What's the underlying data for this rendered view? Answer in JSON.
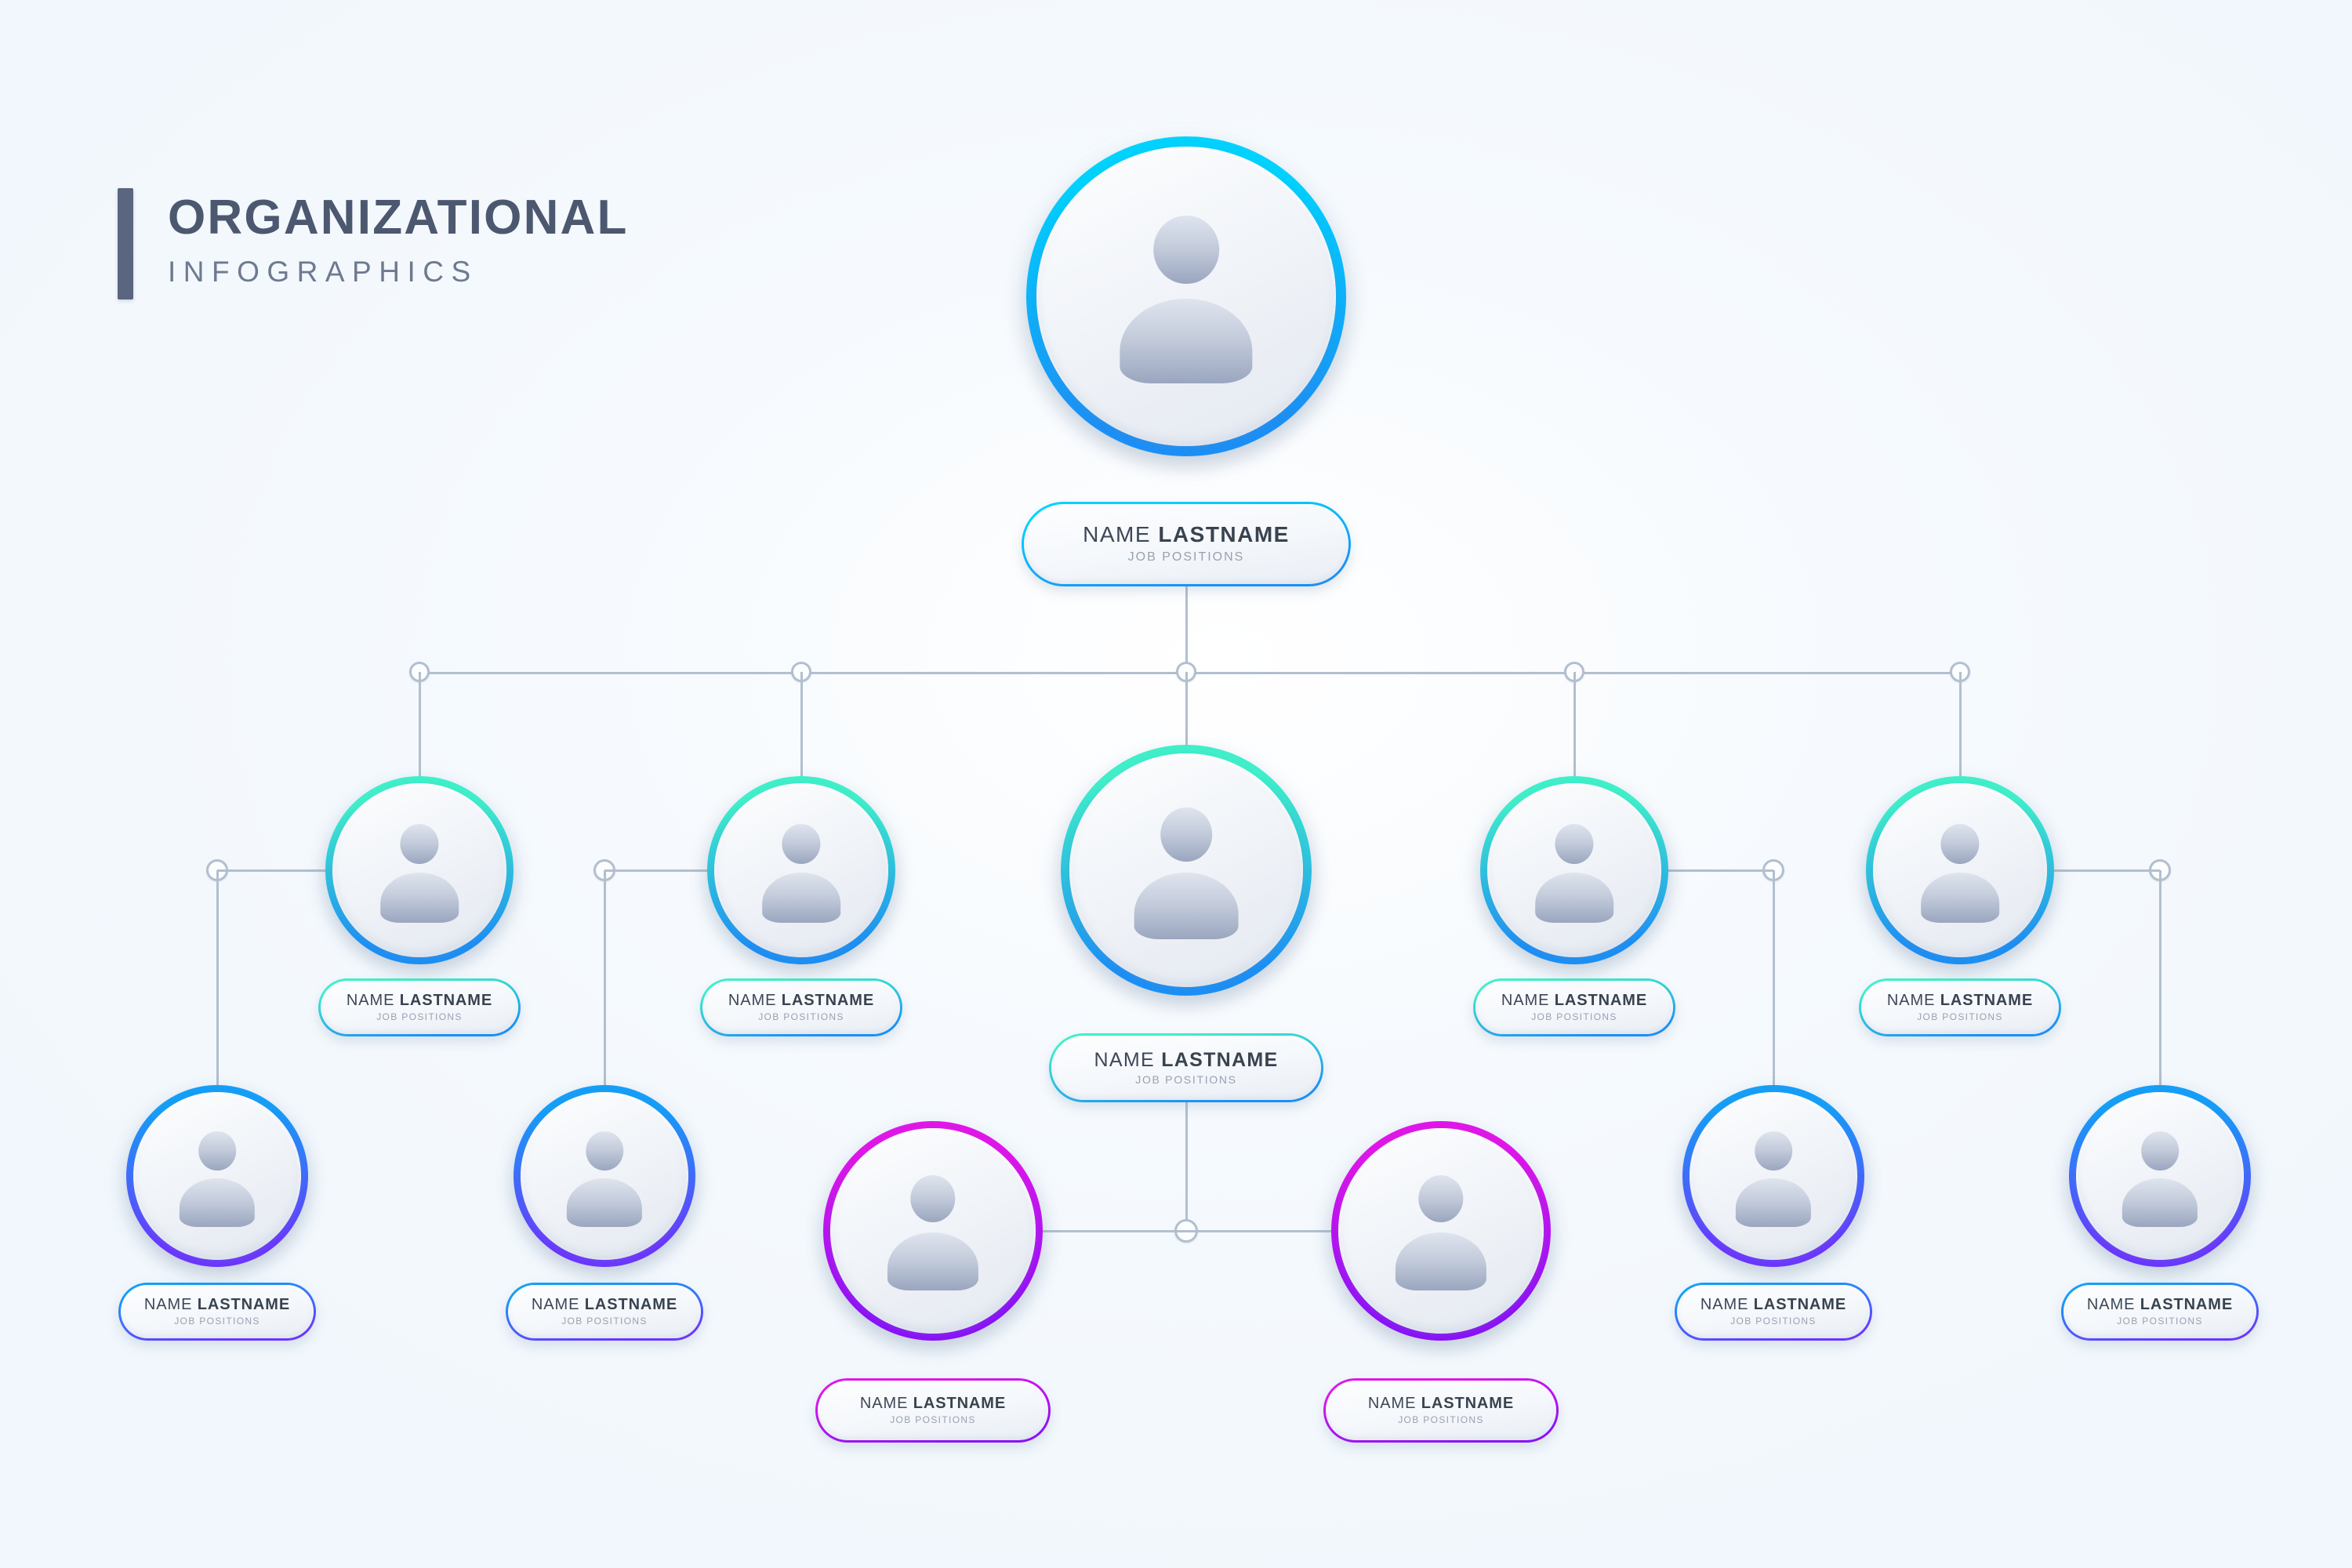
{
  "header": {
    "title_main": "ORGANIZATIONAL",
    "title_sub": "INFOGRAPHICS"
  },
  "labels": {
    "name_regular": "NAME ",
    "name_bold": "LASTNAME",
    "job": "JOB POSITIONS"
  },
  "palette": {
    "background": "#f3f8fd",
    "accent_bar": "#5a6680",
    "title_main": "#4c586f",
    "title_sub": "#6e7a90",
    "connector": "#b2bfcf",
    "name_text": "#3d4757",
    "job_text": "#98a1af",
    "cyan_blue_start": "#00d2fd",
    "cyan_blue_end": "#1b8ff5",
    "mint_blue_start": "#3fefc9",
    "mint_blue_end": "#1b8ff5",
    "blue_violet_start": "#159ef7",
    "blue_violet_end": "#6a36ff",
    "magenta_violet_start": "#e016e8",
    "magenta_violet_end": "#8a11f7"
  },
  "chart": {
    "type": "org-chart",
    "levels": 3,
    "node_count": 12
  },
  "nodes": [
    {
      "id": "ceo",
      "level": 1,
      "scheme": "cyan-blue",
      "name_regular": "NAME ",
      "name_bold": "LASTNAME",
      "job": "JOB POSITIONS"
    },
    {
      "id": "l2-1",
      "level": 2,
      "scheme": "mint-blue",
      "name_regular": "NAME ",
      "name_bold": "LASTNAME",
      "job": "JOB POSITIONS"
    },
    {
      "id": "l2-2",
      "level": 2,
      "scheme": "mint-blue",
      "name_regular": "NAME ",
      "name_bold": "LASTNAME",
      "job": "JOB POSITIONS"
    },
    {
      "id": "l2-3",
      "level": 2,
      "scheme": "mint-blue",
      "name_regular": "NAME ",
      "name_bold": "LASTNAME",
      "job": "JOB POSITIONS"
    },
    {
      "id": "l2-4",
      "level": 2,
      "scheme": "mint-blue",
      "name_regular": "NAME ",
      "name_bold": "LASTNAME",
      "job": "JOB POSITIONS"
    },
    {
      "id": "l2-5",
      "level": 2,
      "scheme": "mint-blue",
      "name_regular": "NAME ",
      "name_bold": "LASTNAME",
      "job": "JOB POSITIONS"
    },
    {
      "id": "l3-1",
      "level": 3,
      "scheme": "blue-violet",
      "name_regular": "NAME ",
      "name_bold": "LASTNAME",
      "job": "JOB POSITIONS"
    },
    {
      "id": "l3-2",
      "level": 3,
      "scheme": "blue-violet",
      "name_regular": "NAME ",
      "name_bold": "LASTNAME",
      "job": "JOB POSITIONS"
    },
    {
      "id": "l3-3",
      "level": 3,
      "scheme": "magenta-violet",
      "name_regular": "NAME ",
      "name_bold": "LASTNAME",
      "job": "JOB POSITIONS"
    },
    {
      "id": "l3-4",
      "level": 3,
      "scheme": "magenta-violet",
      "name_regular": "NAME ",
      "name_bold": "LASTNAME",
      "job": "JOB POSITIONS"
    },
    {
      "id": "l3-5",
      "level": 3,
      "scheme": "blue-violet",
      "name_regular": "NAME ",
      "name_bold": "LASTNAME",
      "job": "JOB POSITIONS"
    },
    {
      "id": "l3-6",
      "level": 3,
      "scheme": "blue-violet",
      "name_regular": "NAME ",
      "name_bold": "LASTNAME",
      "job": "JOB POSITIONS"
    }
  ]
}
